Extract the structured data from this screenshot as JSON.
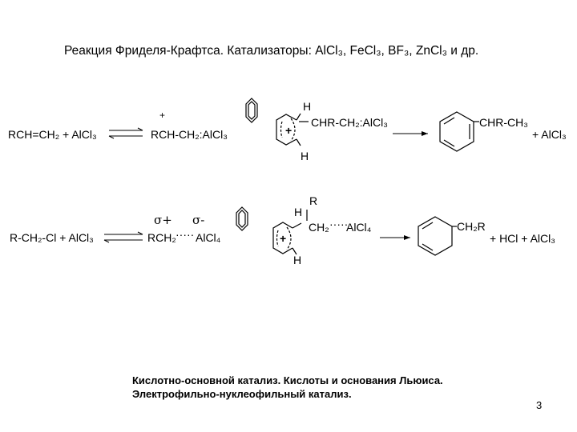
{
  "title": {
    "text": "Реакция Фриделя-Крафтса. Катализаторы: AlCl₃, FeCl₃, BF₃, ZnCl₃ и др."
  },
  "reaction1": {
    "reactants": "RCH=CH₂ + AlCl₃",
    "plus_charge": "+",
    "intermediate": "RCH-CH₂:AlCl₃",
    "sigma_h_top": "H",
    "sigma_h_bottom": "H",
    "sigma_substituent": "CHR-CH₂:AlCl₃",
    "ring_charge": "+",
    "product": "CHR-CH₃",
    "byproduct": "+ AlCl₃"
  },
  "reaction2": {
    "reactants": "R-CH₂-Cl + AlCl₃",
    "sigma_plus": "σ+",
    "sigma_minus": "σ-",
    "complex_left": "RCH₂",
    "complex_right": "AlCl₄",
    "complex_dots": "·····",
    "r_label": "R",
    "h_top": "H",
    "ch2": "CH₂",
    "alcl4": "AlCl₄",
    "sigma_dots": "·····",
    "h_bottom": "H",
    "ring_charge": "+",
    "product": "CH₂R",
    "byproducts": "+ HCl  + AlCl₃"
  },
  "caption": {
    "line1": "Кислотно-основной катализ. Кислоты и основания Льюиса.",
    "line2": "Электрофильно-нуклеофильный катализ."
  },
  "page_number": "3"
}
